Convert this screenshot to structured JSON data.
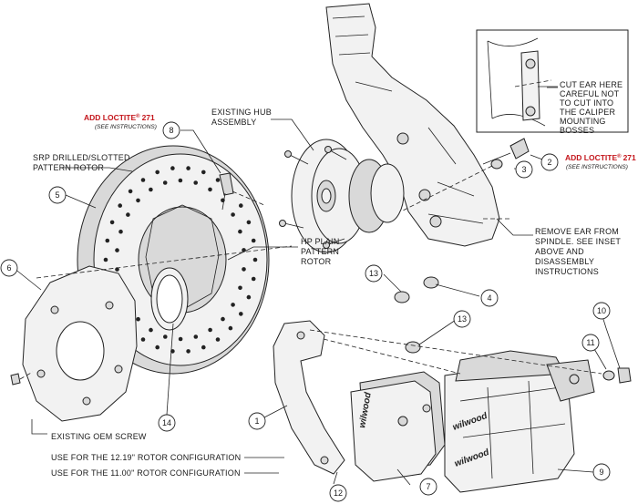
{
  "labels": {
    "add_loctite_left": "ADD LOCTITE",
    "add_loctite_left_reg": "®",
    "add_loctite_left_num": "271",
    "see_instructions_left": "(SEE INSTRUCTIONS)",
    "add_loctite_right": "ADD LOCTITE",
    "add_loctite_right_reg": "®",
    "add_loctite_right_num": "271",
    "see_instructions_right": "(SEE INSTRUCTIONS)",
    "existing_hub_1": "EXISTING HUB",
    "existing_hub_2": "ASSEMBLY",
    "srp_1": "SRP DRILLED/SLOTTED",
    "srp_2": "PATTERN ROTOR",
    "hp_1": "HP PLAIN",
    "hp_2": "PATTERN",
    "hp_3": "ROTOR",
    "cut_ear_1": "CUT EAR HERE",
    "cut_ear_2": "CAREFUL NOT",
    "cut_ear_3": "TO CUT INTO",
    "cut_ear_4": "THE CALIPER",
    "cut_ear_5": "MOUNTING",
    "cut_ear_6": "BOSSES",
    "remove_ear_1": "REMOVE EAR FROM",
    "remove_ear_2": "SPINDLE.  SEE INSET",
    "remove_ear_3": "ABOVE AND",
    "remove_ear_4": "DISASSEMBLY",
    "remove_ear_5": "INSTRUCTIONS",
    "existing_oem": "EXISTING OEM SCREW",
    "use_1219": "USE FOR THE 12.19\" ROTOR CONFIGURATION",
    "use_1100": "USE FOR THE 11.00\" ROTOR CONFIGURATION",
    "brand_pad": "wilwood",
    "brand_caliper_1": "wilwood",
    "brand_caliper_2": "wilwood"
  },
  "callouts": {
    "c1": "1",
    "c2": "2",
    "c3": "3",
    "c4": "4",
    "c5": "5",
    "c6": "6",
    "c7": "7",
    "c8": "8",
    "c9": "9",
    "c10": "10",
    "c11": "11",
    "c12": "12",
    "c13a": "13",
    "c13b": "13",
    "c14": "14"
  }
}
